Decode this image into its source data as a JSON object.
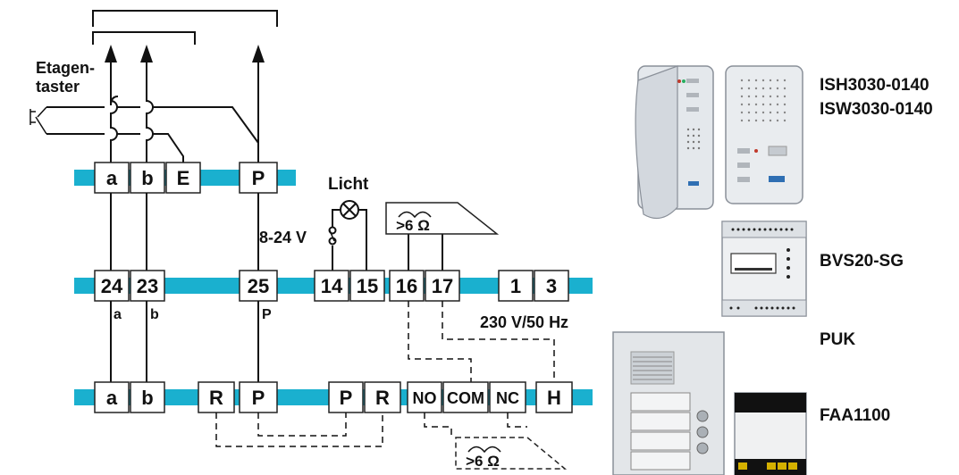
{
  "labels": {
    "etagentaster_line1": "Etagen-",
    "etagentaster_line2": "taster",
    "licht": "Licht",
    "voltage_dc": "8-24 V",
    "voltage_ac": "230 V/50 Hz",
    "resistor_top": ">6 Ω",
    "resistor_bottom": ">6 Ω",
    "wire_a": "a",
    "wire_b": "b",
    "wire_p": "P"
  },
  "rail_top": {
    "terminals": [
      "a",
      "b",
      "E",
      "P"
    ]
  },
  "rail_middle": {
    "terminals": [
      "24",
      "23",
      "25",
      "14",
      "15",
      "16",
      "17",
      "1",
      "3"
    ]
  },
  "rail_bottom": {
    "terminals": [
      "a",
      "b",
      "R",
      "P",
      "P",
      "R",
      "NO",
      "COM",
      "NC",
      "H"
    ]
  },
  "devices": {
    "handset": {
      "model_1": "ISH3030-0140",
      "model_2": "ISW3030-0140"
    },
    "power_supply": {
      "model": "BVS20-SG"
    },
    "door_station": {
      "model": "PUK"
    },
    "adapter": {
      "model": "FAA1100"
    }
  },
  "colors": {
    "rail": "#1ab0cf",
    "wire": "#111111"
  }
}
